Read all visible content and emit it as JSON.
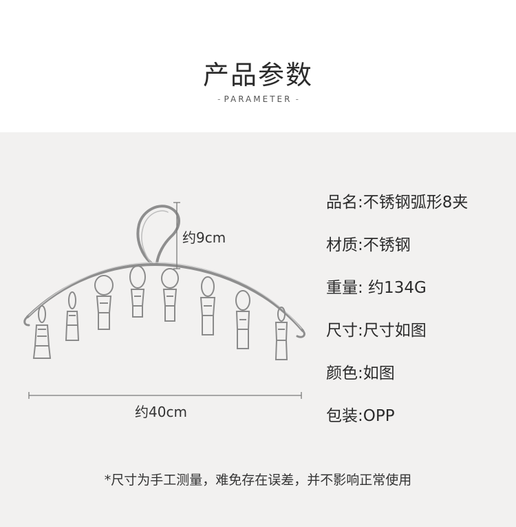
{
  "header": {
    "title": "产品参数",
    "subtitle": "PARAMETER",
    "subtitle_left_dash": "-",
    "subtitle_right_dash": "-"
  },
  "dimensions": {
    "height_label": "约9cm",
    "width_label": "约40cm"
  },
  "specs": [
    "品名:不锈钢弧形8夹",
    "材质:不锈钢",
    "重量: 约134G",
    "尺寸:尺寸如图",
    "颜色:如图",
    "包装:OPP"
  ],
  "note": "*尺寸为手工测量，难免存在误差，并不影响正常使用",
  "colors": {
    "panel_bg": "#f2f1f0",
    "metal": "#8e8e8e"
  }
}
